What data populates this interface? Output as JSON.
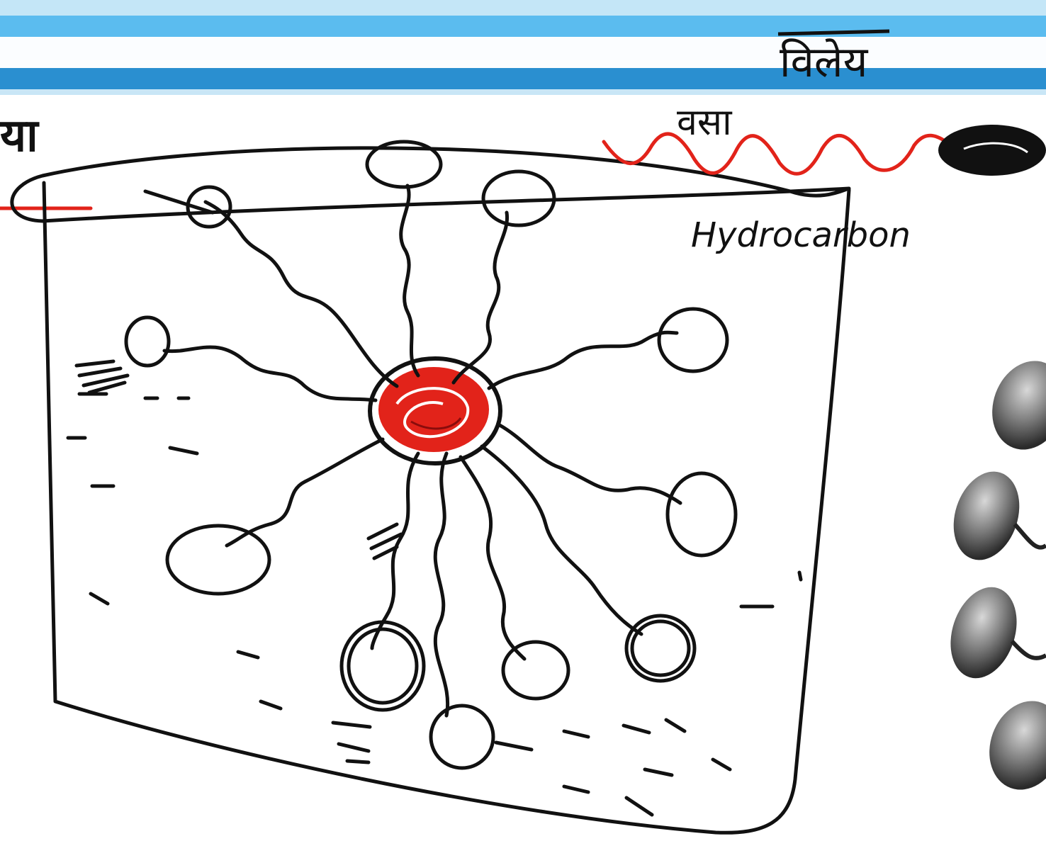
{
  "header": {
    "partial_heading": "या"
  },
  "annotations": {
    "oil_label": "वसा",
    "insoluble_label": "विलेय",
    "tail_label": "Hydrocarbon"
  },
  "colors": {
    "ink": "#111111",
    "accent_red": "#e2231a",
    "band_light": "#5bbcef",
    "band_dark": "#2a8fd0"
  }
}
